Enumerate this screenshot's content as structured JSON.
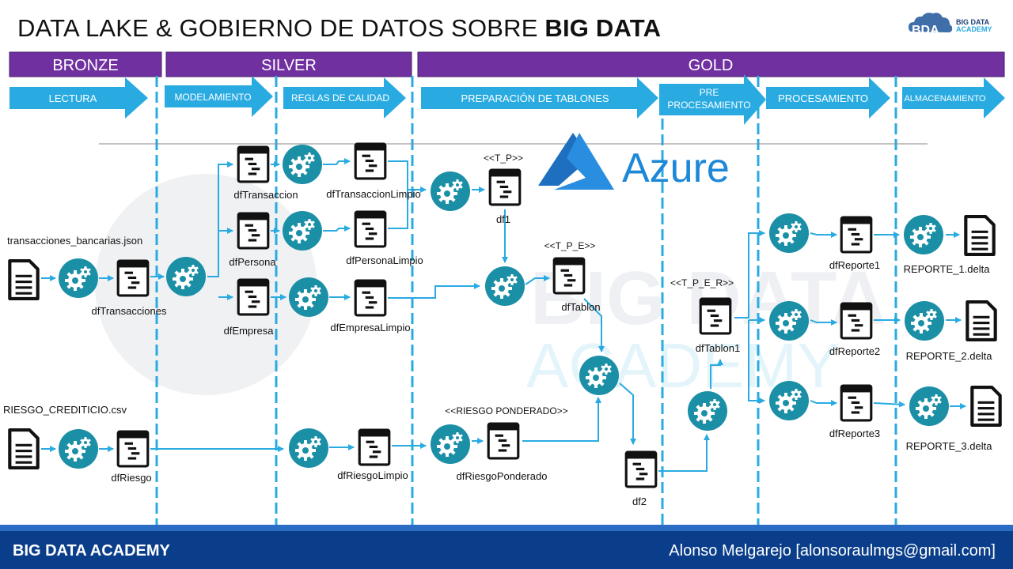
{
  "title": {
    "prefix": "DATA LAKE & GOBIERNO DE DATOS SOBRE ",
    "bold": "BIG DATA"
  },
  "logo": {
    "mark": "BDA",
    "line1": "BIG DATA",
    "line2": "ACADEMY"
  },
  "zones": {
    "bronze": "BRONZE",
    "silver": "SILVER",
    "gold": "GOLD"
  },
  "stages": {
    "lectura": "LECTURA",
    "modelamiento": "MODELAMIENTO",
    "reglas": "REGLAS DE CALIDAD",
    "preparacion": "PREPARACIÓN DE TABLONES",
    "pre1": "PRE",
    "pre2": "PROCESAMIENTO",
    "procesamiento": "PROCESAMIENTO",
    "almacenamiento": "ALMACENAMIENTO"
  },
  "azure": "Azure",
  "watermark": {
    "line1": "BIG DATA",
    "line2": "ACADEMY"
  },
  "files": {
    "transacciones": "transacciones_bancarias.json",
    "riesgo": "RIESGO_CREDITICIO.csv",
    "reporte1": "REPORTE_1.delta",
    "reporte2": "REPORTE_2.delta",
    "reporte3": "REPORTE_3.delta"
  },
  "tables": {
    "dfTransacciones": "dfTransacciones",
    "dfTransaccion": "dfTransaccion",
    "dfPersona": "dfPersona",
    "dfEmpresa": "dfEmpresa",
    "dfTransaccionLimpio": "dfTransaccionLimpio",
    "dfPersonaLimpio": "dfPersonaLimpio",
    "dfEmpresaLimpio": "dfEmpresaLimpio",
    "dfRiesgo": "dfRiesgo",
    "dfRiesgoLimpio": "dfRiesgoLimpio",
    "df1": "df1",
    "dfTablon": "dfTablon",
    "dfRiesgoPonderado": "dfRiesgoPonderado",
    "df2": "df2",
    "dfTablon1": "dfTablon1",
    "dfReporte1": "dfReporte1",
    "dfReporte2": "dfReporte2",
    "dfReporte3": "dfReporte3"
  },
  "tags": {
    "tp": "<<T_P>>",
    "tpe": "<<T_P_E>>",
    "tper": "<<T_P_E_R>>",
    "riesgoPonderado": "<<RIESGO PONDERADO>>"
  },
  "footer": {
    "left": "BIG DATA ACADEMY",
    "right": "Alonso Melgarejo [alonsoraulmgs@gmail.com]"
  },
  "colors": {
    "zone": "#7030a0",
    "arrow": "#29abe2",
    "gear": "#1b8fa6",
    "line": "#29abe2",
    "footer": "#0b3e8a"
  }
}
